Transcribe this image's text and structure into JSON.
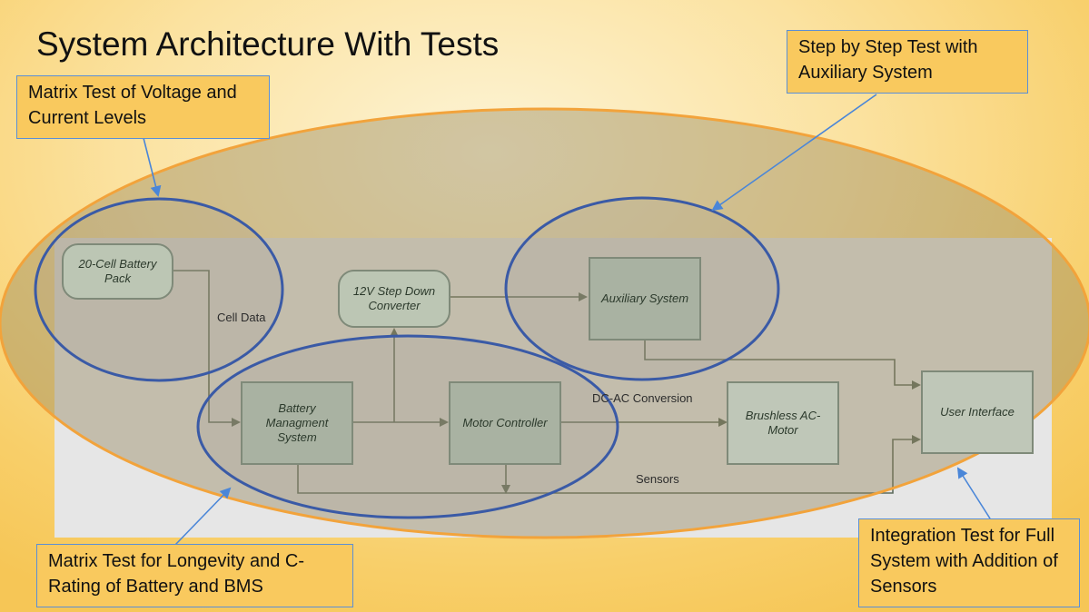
{
  "title": "System Architecture With Tests",
  "nodes": {
    "battery_pack": "20-Cell Battery Pack",
    "step_down": "12V Step Down Converter",
    "auxiliary": "Auxiliary System",
    "bms": "Battery Managment System",
    "motor_controller": "Motor Controller",
    "ac_motor": "Brushless AC-Motor",
    "user_interface": "User Interface"
  },
  "edge_labels": {
    "cell_data": "Cell Data",
    "dc_ac": "DC-AC Conversion",
    "sensors": "Sensors"
  },
  "callouts": {
    "matrix_voltage": "Matrix Test of Voltage and Current Levels",
    "step_by_step": "Step by Step Test with Auxiliary System",
    "longevity": "Matrix Test for Longevity and C-Rating of Battery and BMS",
    "integration": "Integration Test for Full System with Addition of Sensors"
  },
  "colors": {
    "big_ellipse": "#f2a33b",
    "test_ellipse": "#3a5aa6",
    "node_fill": "#a9b2a2",
    "callout_fill": "#f9c95e",
    "callout_border": "#5b8fd6",
    "arrow": "#5d6b5d",
    "pointer": "#4a86d8"
  }
}
